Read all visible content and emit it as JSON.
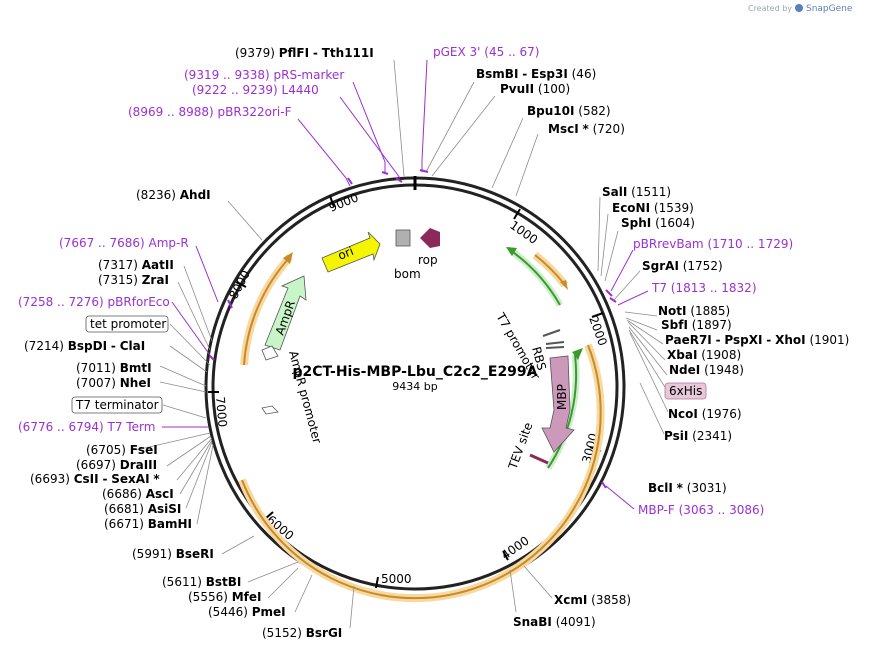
{
  "brand": {
    "prefix": "Created by",
    "name": "SnapGene"
  },
  "plasmid": {
    "name": "p2CT-His-MBP-Lbu_C2c2_E299A",
    "size": "9434 bp"
  },
  "ticks": [
    "1000",
    "2000",
    "3000",
    "4000",
    "5000",
    "6000",
    "7000",
    "8000",
    "9000"
  ],
  "features": [
    {
      "name": "ori",
      "type": "rep_origin",
      "color": "#f5f500"
    },
    {
      "name": "AmpR",
      "type": "cds",
      "color": "#c8f5c8"
    },
    {
      "name": "bom",
      "type": "misc",
      "color": "#b0b0b0"
    },
    {
      "name": "rop",
      "type": "cds",
      "color": "#8b2a5a"
    },
    {
      "name": "MBP",
      "type": "cds",
      "color": "#cc99bb"
    },
    {
      "name": "T7 promoter",
      "type": "promoter"
    },
    {
      "name": "RBS",
      "type": "rbs"
    },
    {
      "name": "TEV site",
      "type": "misc"
    },
    {
      "name": "AmpR promoter",
      "type": "promoter"
    }
  ],
  "sites": [
    {
      "name": "PflFI",
      "sep": "-",
      "name2": "Tth111I",
      "pos": "(9379)"
    },
    {
      "name": "pGEX 3'",
      "pos": "(45 .. 67)",
      "feature": true
    },
    {
      "name": "BsmBI",
      "sep": "-",
      "name2": "Esp3I",
      "pos": "(46)"
    },
    {
      "name": "PvuII",
      "pos": "(100)"
    },
    {
      "name": "pRS-marker",
      "pos": "(9319 .. 9338)",
      "feature": true
    },
    {
      "name": "L4440",
      "pos": "(9222 .. 9239)",
      "feature": true
    },
    {
      "name": "pBR322ori-F",
      "pos": "(8969 .. 8988)",
      "feature": true
    },
    {
      "name": "Bpu10I",
      "pos": "(582)"
    },
    {
      "name": "MscI",
      "star": "*",
      "pos": "(720)"
    },
    {
      "name": "AhdI",
      "pos": "(8236)"
    },
    {
      "name": "SalI",
      "pos": "(1511)"
    },
    {
      "name": "EcoNI",
      "pos": "(1539)"
    },
    {
      "name": "SphI",
      "pos": "(1604)"
    },
    {
      "name": "pBRrevBam",
      "pos": "(1710 .. 1729)",
      "feature": true
    },
    {
      "name": "SgrAI",
      "pos": "(1752)"
    },
    {
      "name": "T7",
      "pos": "(1813 .. 1832)",
      "feature": true
    },
    {
      "name": "NotI",
      "pos": "(1885)"
    },
    {
      "name": "SbfI",
      "pos": "(1897)"
    },
    {
      "name": "PaeR7I",
      "sep": "-",
      "name2": "PspXI",
      "sep2": "-",
      "name3": "XhoI",
      "pos": "(1901)"
    },
    {
      "name": "XbaI",
      "pos": "(1908)"
    },
    {
      "name": "NdeI",
      "pos": "(1948)"
    },
    {
      "name": "6xHis",
      "boxed": true
    },
    {
      "name": "NcoI",
      "pos": "(1976)"
    },
    {
      "name": "PsiI",
      "pos": "(2341)"
    },
    {
      "name": "BclI",
      "star": "*",
      "pos": "(3031)"
    },
    {
      "name": "MBP-F",
      "pos": "(3063 .. 3086)",
      "feature": true
    },
    {
      "name": "XcmI",
      "pos": "(3858)"
    },
    {
      "name": "SnaBI",
      "pos": "(4091)"
    },
    {
      "name": "Amp-R",
      "pos": "(7667 .. 7686)",
      "feature": true
    },
    {
      "name": "AatII",
      "pos": "(7317)"
    },
    {
      "name": "ZraI",
      "pos": "(7315)"
    },
    {
      "name": "pBRforEco",
      "pos": "(7258 .. 7276)",
      "feature": true
    },
    {
      "name": "tet promoter",
      "boxed": true
    },
    {
      "name": "BspDI",
      "sep": "-",
      "name2": "ClaI",
      "pos": "(7214)"
    },
    {
      "name": "BmtI",
      "pos": "(7011)"
    },
    {
      "name": "NheI",
      "pos": "(7007)"
    },
    {
      "name": "T7 terminator",
      "boxed": true
    },
    {
      "name": "T7 Term",
      "pos": "(6776 .. 6794)",
      "feature": true
    },
    {
      "name": "FseI",
      "pos": "(6705)"
    },
    {
      "name": "DraIII",
      "pos": "(6697)"
    },
    {
      "name": "CsII",
      "sep": "-",
      "name2": "SexAI",
      "star": "*",
      "pos": "(6693)"
    },
    {
      "name": "AscI",
      "pos": "(6686)"
    },
    {
      "name": "AsiSI",
      "pos": "(6681)"
    },
    {
      "name": "BamHI",
      "pos": "(6671)"
    },
    {
      "name": "BseRI",
      "pos": "(5991)"
    },
    {
      "name": "BstBI",
      "pos": "(5611)"
    },
    {
      "name": "MfeI",
      "pos": "(5556)"
    },
    {
      "name": "PmeI",
      "pos": "(5446)"
    },
    {
      "name": "BsrGI",
      "pos": "(5152)"
    }
  ]
}
